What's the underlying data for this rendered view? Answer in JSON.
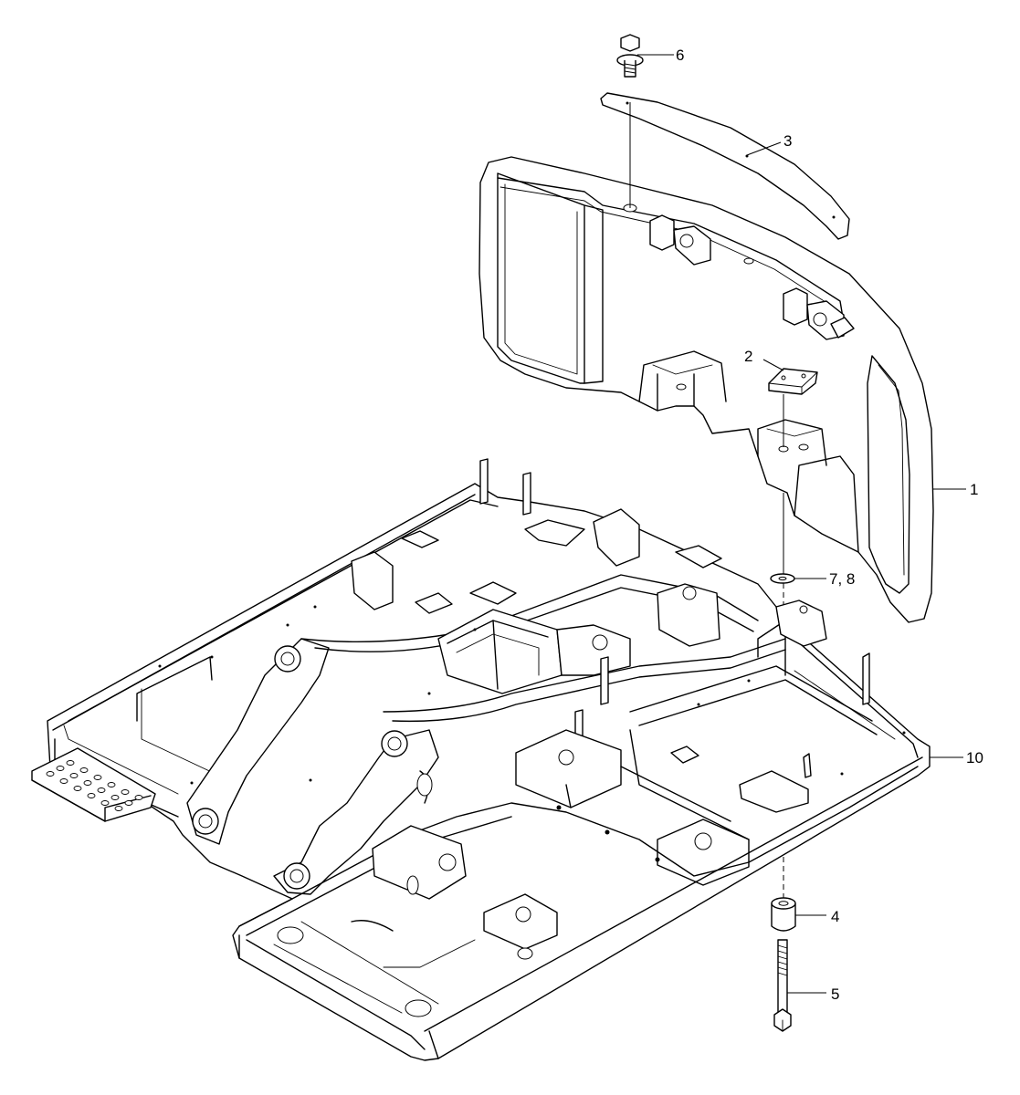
{
  "callouts": [
    {
      "id": "c1",
      "label": "1"
    },
    {
      "id": "c2",
      "label": "2"
    },
    {
      "id": "c3",
      "label": "3"
    },
    {
      "id": "c4",
      "label": "4"
    },
    {
      "id": "c5",
      "label": "5"
    },
    {
      "id": "c6",
      "label": "6"
    },
    {
      "id": "c78",
      "label": "7, 8"
    },
    {
      "id": "c10",
      "label": "10"
    }
  ]
}
